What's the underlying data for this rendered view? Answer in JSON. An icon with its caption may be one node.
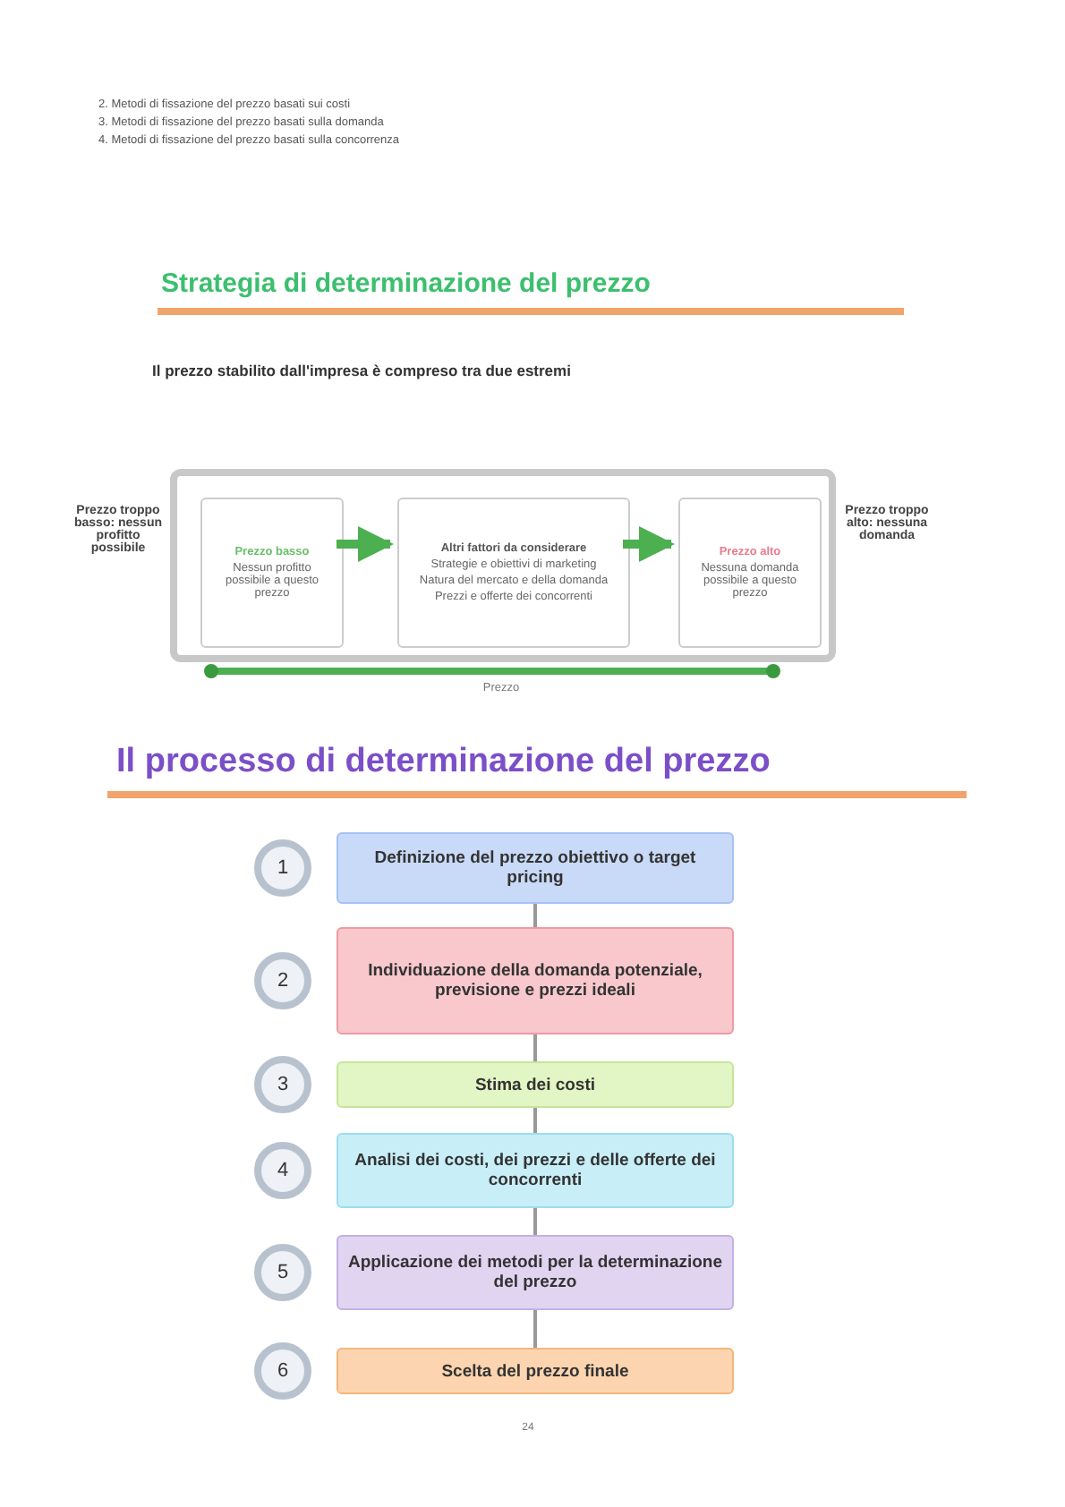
{
  "diagram": {
    "title": "Strategia di determinazione del prezzo",
    "nodes": [
      {
        "text": [],
        "shape": "box"
      },
      {
        "text": [
          "Prezzo basso",
          "Nessun profitto possibile a questo prezzo"
        ],
        "in": 0
      },
      {
        "text": [
          "Altri fattori da considerare",
          "Strategie e obiettivi di marketing",
          "Natura del mercato e della domanda",
          "Prezzi e offerte dei concorrenti"
        ],
        "in": 0
      },
      {
        "text": [
          "Prezzo alto",
          "Nessuna domanda possibile a questo prezzo"
        ],
        "in": 0
      },
      {
        "text": [
          "1"
        ]
      },
      {
        "text": [
          "Definizione del prezzo obiettivo o target pricing"
        ]
      },
      {
        "text": [
          "2"
        ]
      },
      {
        "text": [
          "Individuazione della domanda potenziale, previsione e prezzi ideali"
        ]
      },
      {
        "text": [
          "3"
        ]
      },
      {
        "text": [
          "Stima dei costi"
        ]
      },
      {
        "text": [
          "4"
        ]
      },
      {
        "text": [
          "Analisi dei costi, dei prezzi e delle offerte dei concorrenti"
        ]
      },
      {
        "text": [
          "5"
        ]
      },
      {
        "text": [
          "Applicazione dei metodi per la determinazione del prezzo"
        ]
      },
      {
        "text": [
          "6"
        ]
      },
      {
        "text": [
          "Scelta del prezzo finale"
        ]
      }
    ],
    "edges": [
      {
        "from": 1,
        "to": 2,
        "arrow": "to",
        "style": "thick",
        "color": "#4caf50"
      },
      {
        "from": 2,
        "to": 3,
        "arrow": "to",
        "style": "thick",
        "color": "#4caf50"
      },
      {
        "from": 5,
        "to": 7,
        "arrow": "none"
      },
      {
        "from": 7,
        "to": 9,
        "arrow": "none"
      },
      {
        "from": 9,
        "to": 11,
        "arrow": "none"
      },
      {
        "from": 11,
        "to": 13,
        "arrow": "none"
      },
      {
        "from": 13,
        "to": 15,
        "arrow": "none"
      }
    ],
    "labels": [
      "2. Metodi di fissazione del prezzo basati sui costi",
      "3. Metodi di fissazione del prezzo basati sulla domanda",
      "4. Metodi di fissazione del prezzo basati sulla concorrenza",
      "Il prezzo stabilito dall'impresa è compreso tra due estremi",
      "Prezzo troppo basso: nessun profitto possibile",
      "Prezzo troppo alto: nessuna domanda",
      "Prezzo",
      "Il processo di determinazione del prezzo",
      "24"
    ]
  }
}
